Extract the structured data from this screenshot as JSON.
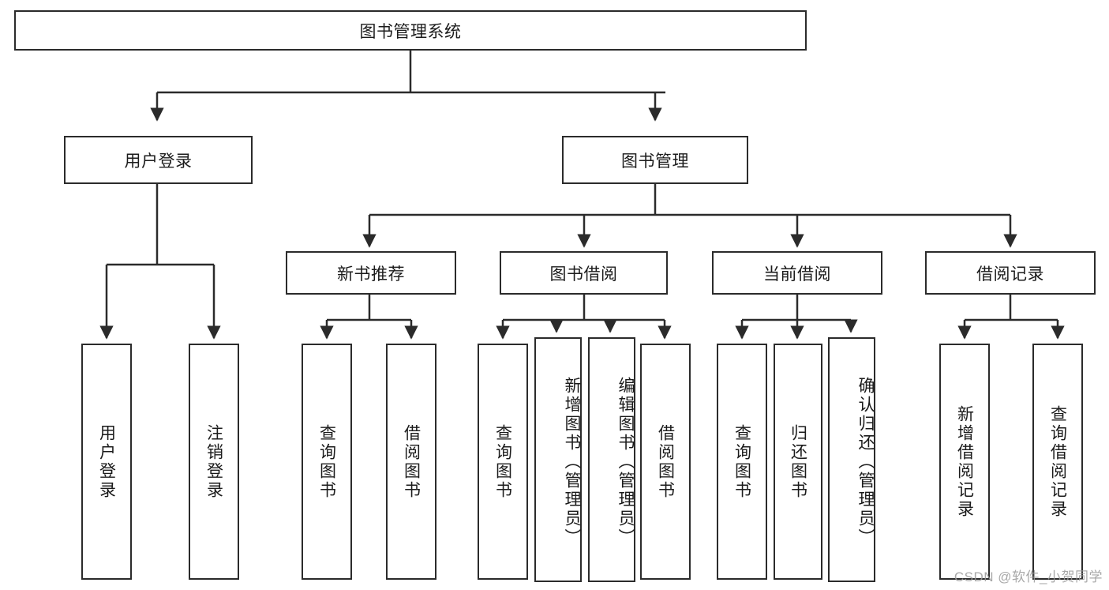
{
  "diagram": {
    "type": "tree",
    "title": "图书管理系统",
    "watermark": "CSDN @软件_小贺同学",
    "colors": {
      "stroke": "#2b2b2b",
      "fill": "#ffffff",
      "text": "#1b1b1b",
      "watermark": "#9a9a9a"
    },
    "root": {
      "label": "图书管理系统"
    },
    "level2": [
      {
        "label": "用户登录"
      },
      {
        "label": "图书管理"
      }
    ],
    "level3": [
      {
        "label": "新书推荐"
      },
      {
        "label": "图书借阅"
      },
      {
        "label": "当前借阅"
      },
      {
        "label": "借阅记录"
      }
    ],
    "leaves": {
      "user_login": [
        {
          "label": "用户登录"
        },
        {
          "label": "注销登录"
        }
      ],
      "new_book_recommend": [
        {
          "label": "查询图书"
        },
        {
          "label": "借阅图书"
        }
      ],
      "book_borrow": [
        {
          "label": "查询图书"
        },
        {
          "label": "新增图书（管理员）"
        },
        {
          "label": "编辑图书（管理员）"
        },
        {
          "label": "借阅图书"
        }
      ],
      "current_borrow": [
        {
          "label": "查询图书"
        },
        {
          "label": "归还图书"
        },
        {
          "label": "确认归还（管理员）"
        }
      ],
      "borrow_record": [
        {
          "label": "新增借阅记录"
        },
        {
          "label": "查询借阅记录"
        }
      ]
    }
  }
}
